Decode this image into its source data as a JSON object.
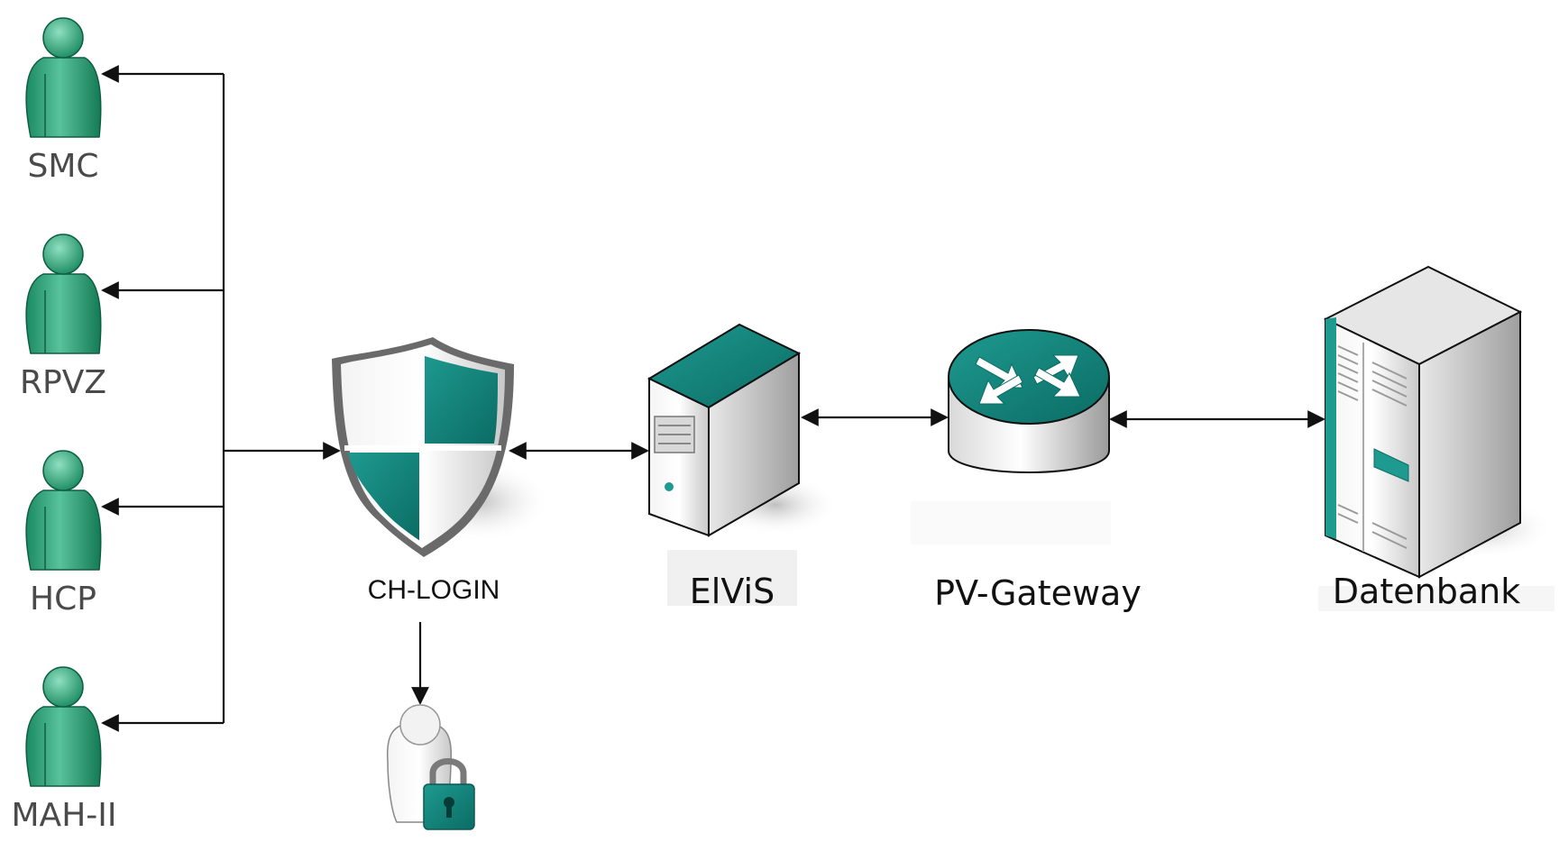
{
  "diagram": {
    "users": [
      {
        "id": "smc",
        "label": "SMC"
      },
      {
        "id": "rpvz",
        "label": "RPVZ"
      },
      {
        "id": "hcp",
        "label": "HCP"
      },
      {
        "id": "mah",
        "label": "MAH-II"
      }
    ],
    "nodes": {
      "chlogin": {
        "label": "CH-LOGIN"
      },
      "elvis": {
        "label": "ElViS"
      },
      "gateway": {
        "label": "PV-Gateway"
      },
      "db": {
        "label": "Datenbank"
      }
    },
    "colors": {
      "accent_teal": "#0e7f76",
      "user_green": "#2fa77f",
      "line": "#111111",
      "gray": "#bdbdbd"
    }
  }
}
